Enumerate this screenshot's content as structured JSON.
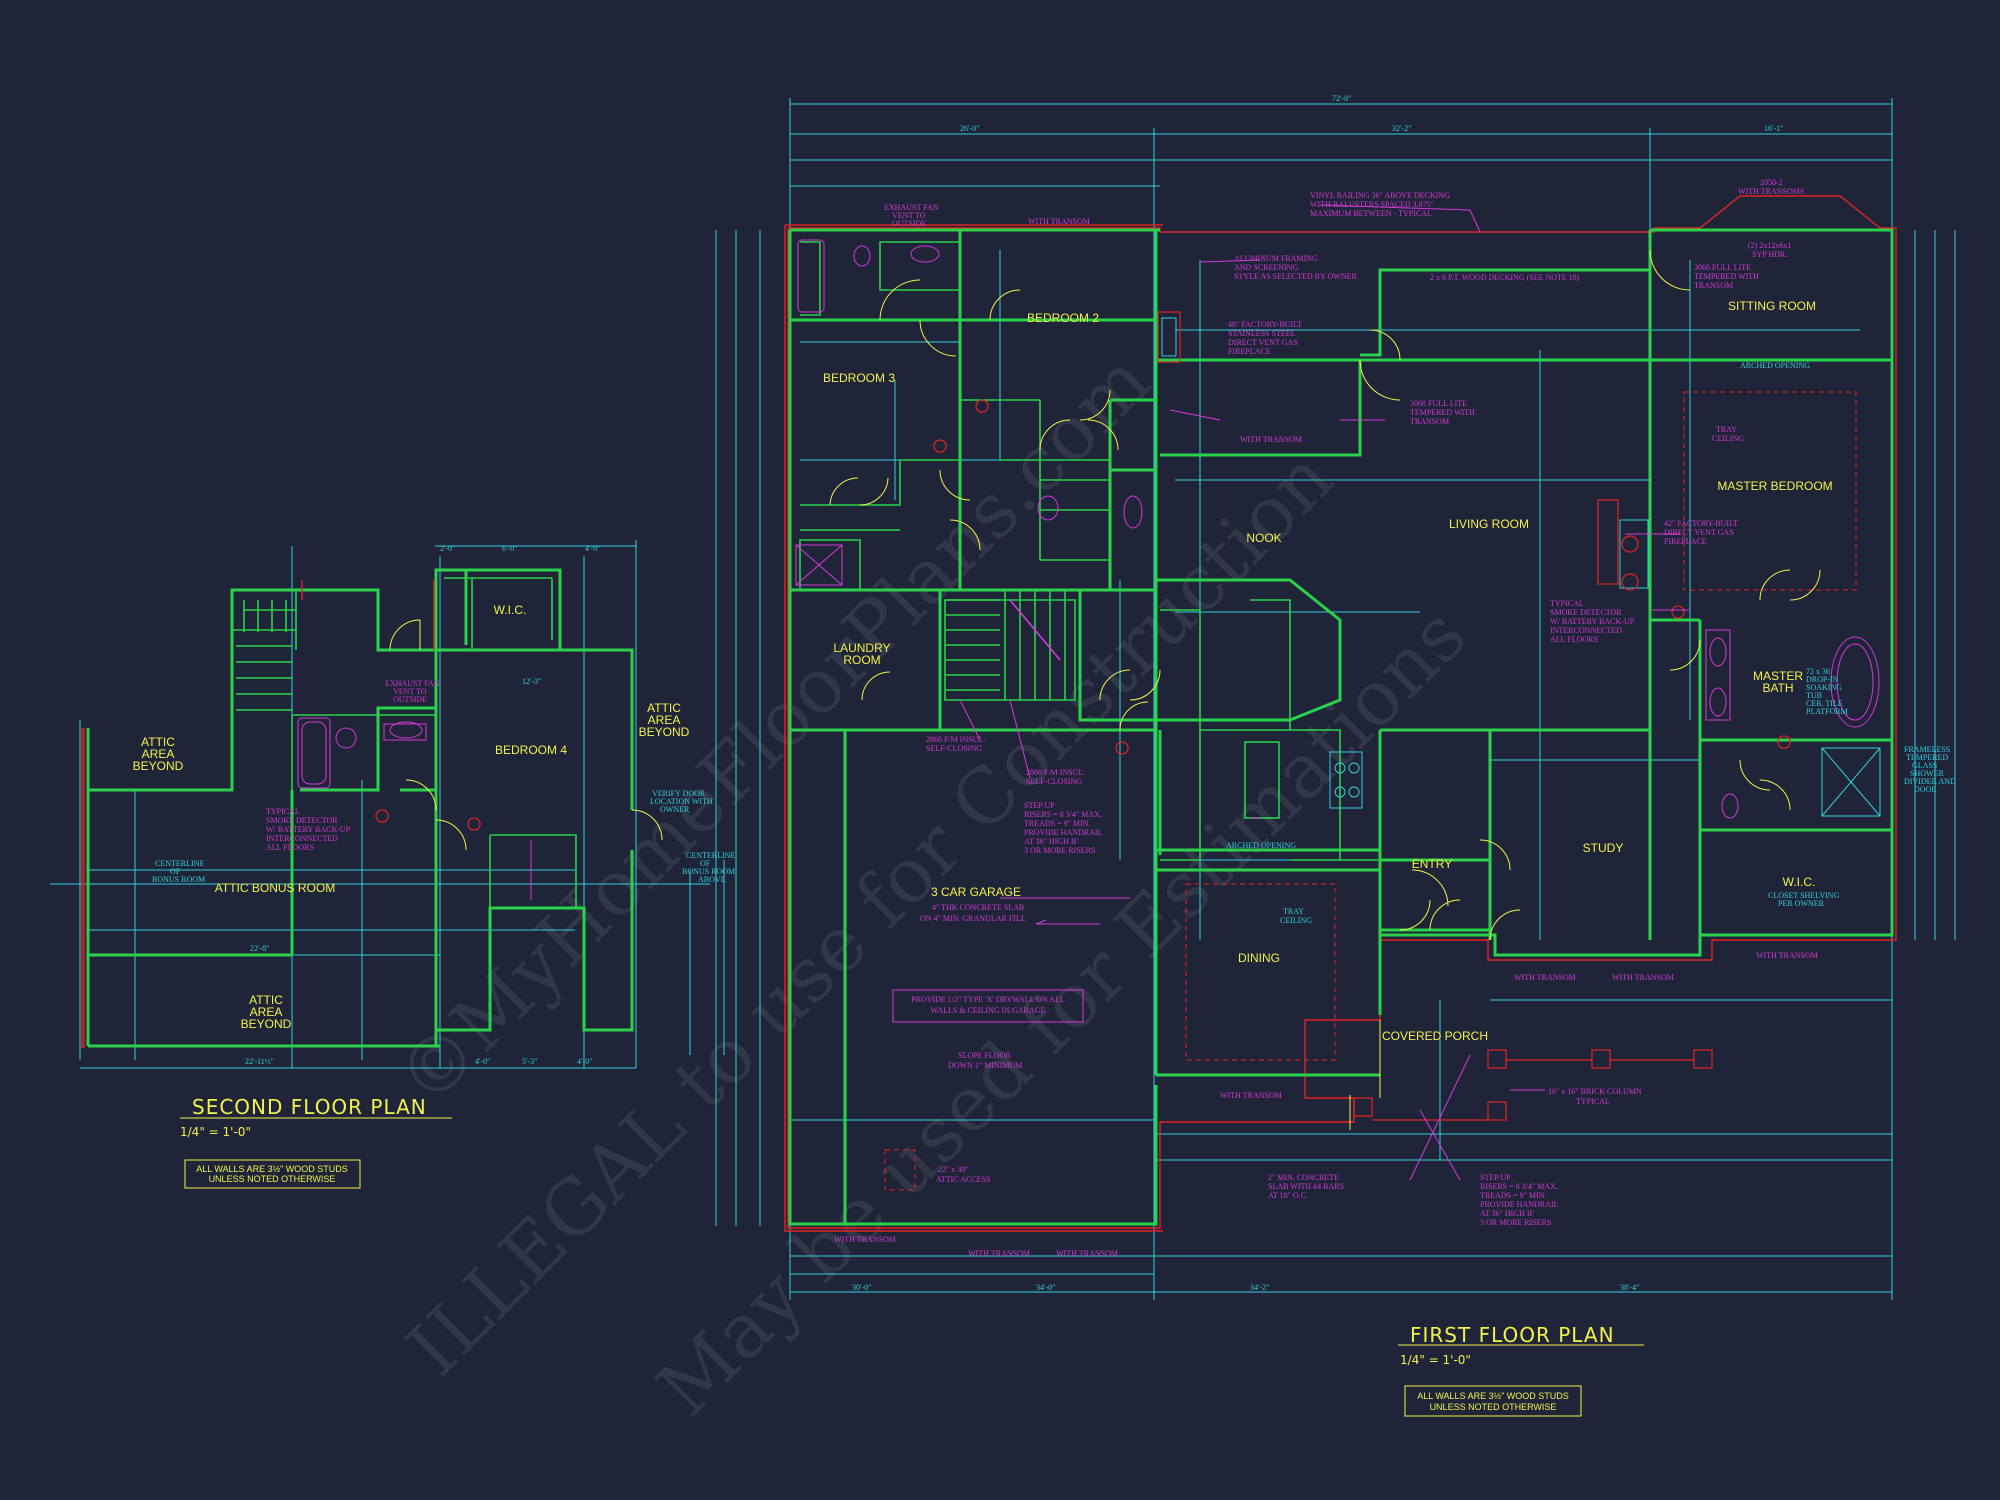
{
  "watermark": {
    "line1": "©MyHomeFloorPlans.com",
    "line2": "ILLEGAL to use for Construction",
    "line3": "May be used for Estimations"
  },
  "second_floor": {
    "title": "SECOND FLOOR PLAN",
    "scale": "1/4\" = 1'-0\"",
    "note_line1": "ALL WALLS ARE 3½\" WOOD STUDS",
    "note_line2": "UNLESS NOTED OTHERWISE",
    "rooms": {
      "attic_left": [
        "ATTIC",
        "AREA",
        "BEYOND"
      ],
      "attic_bottom": [
        "ATTIC",
        "AREA",
        "BEYOND"
      ],
      "attic_right": [
        "ATTIC",
        "AREA",
        "BEYOND"
      ],
      "wic": "W.I.C.",
      "bedroom4": "BEDROOM 4",
      "bonus": "ATTIC BONUS ROOM"
    },
    "notes": {
      "smoke": [
        "TYPICAL",
        "SMOKE DETECTOR",
        "W/ BATTERY BACK-UP",
        "INTERCONNECTED",
        "ALL FLOORS"
      ],
      "exhaust": [
        "EXHAUST FAN",
        "VENT TO",
        "OUTSIDE"
      ],
      "centerline": [
        "CENTERLINE",
        "OF",
        "BONUS ROOM"
      ],
      "centerline_above": [
        "CENTERLINE",
        "OF",
        "BONUS ROOM",
        "ABOVE"
      ],
      "verify": [
        "VERIFY DOOR",
        "LOCATION WITH",
        "OWNER"
      ]
    }
  },
  "first_floor": {
    "title": "FIRST FLOOR PLAN",
    "scale": "1/4\" = 1'-0\"",
    "note_line1": "ALL WALLS ARE 3½\" WOOD STUDS",
    "note_line2": "UNLESS NOTED OTHERWISE",
    "rooms": {
      "bedroom2": "BEDROOM 2",
      "bedroom3": "BEDROOM 3",
      "laundry": [
        "LAUNDRY",
        "ROOM"
      ],
      "nook": "NOOK",
      "living": "LIVING ROOM",
      "sitting": "SITTING ROOM",
      "master_bedroom": "MASTER BEDROOM",
      "master_bath": [
        "MASTER",
        "BATH"
      ],
      "garage": "3 CAR GARAGE",
      "entry": "ENTRY",
      "study": "STUDY",
      "dining": "DINING",
      "covered_porch": "COVERED PORCH",
      "wic": "W.I.C."
    },
    "notes": {
      "railing": [
        "VINYL RAILING 36\" ABOVE DECKING",
        "WITH BALUSTERS SPACED 3.875\"",
        "MAXIMUM BETWEEN - TYPICAL"
      ],
      "aluminum": [
        "ALUMINUM FRAMING",
        "AND SCREENING",
        "STYLE AS SELECTED BY OWNER"
      ],
      "decking": "2 x 6 P.T. WOOD DECKING (SEE NOTE 18)",
      "fireplace1": [
        "48\" FACTORY-BUILT",
        "STAINLESS STEEL",
        "DIRECT VENT GAS",
        "FIREPLACE"
      ],
      "door_transom": [
        "3068 FULL LITE",
        "TEMPERED WITH",
        "TRANSOM"
      ],
      "fireplace2": [
        "42\" FACTORY-BUILT",
        "DIRECT VENT GAS",
        "FIREPLACE"
      ],
      "smoke": [
        "TYPICAL",
        "SMOKE DETECTOR",
        "W/ BATTERY BACK-UP",
        "INTERCONNECTED",
        "ALL FLOORS"
      ],
      "tray": [
        "TRAY",
        "CEILING"
      ],
      "garage_slab": [
        "4\" THK CONCRETE SLAB",
        "ON 4\" MIN. GRANULAR FILL"
      ],
      "drywall": [
        "PROVIDE 1/2\" TYPE 'X' DRYWALL ON ALL",
        "WALLS & CEILING IN GARAGE"
      ],
      "slope": [
        "SLOPE FLOOR",
        "DOWN 1\" MINIMUM"
      ],
      "attic_access": [
        "22\" x 30\"",
        "ATTIC ACCESS"
      ],
      "stair_garage": [
        "STEP UP",
        "RISERS = 8 3/4\" MAX.",
        "TREADS = 9\" MIN.",
        "PROVIDE HANDRAIL",
        "AT 36\" HIGH IF",
        "3 OR MORE RISERS"
      ],
      "stair_porch": [
        "STEP UP",
        "RISERS = 8 3/4\" MAX.",
        "TREADS = 9\" MIN.",
        "PROVIDE HANDRAIL",
        "AT 36\" HIGH IF",
        "3 OR MORE RISERS"
      ],
      "slab": [
        "2\" MIN. CONCRETE",
        "SLAB WITH #4 BARS",
        "AT 18\" O.C."
      ],
      "column": [
        "16\" x 16\" BRICK COLUMN",
        "TYPICAL"
      ],
      "door_insul": [
        "2868 F/M INSUL.",
        "SELF-CLOSING"
      ],
      "shower": [
        "FRAMELESS",
        "TEMPERED",
        "GLASS",
        "SHOWER",
        "DIVIDER AND",
        "DOOR"
      ],
      "tub": [
        "72 x 36",
        "DROP-IN",
        "SOAKING",
        "TUB",
        "CER. TILE",
        "PLATFORM"
      ],
      "closet": [
        "CLOSET SHELVING",
        "PER OWNER"
      ],
      "arched": "ARCHED OPENING",
      "exhaust": [
        "EXHAUST FAN",
        "VENT TO",
        "OUTSIDE"
      ],
      "sitting_window": [
        "2050-2",
        "WITH TRANSOMS"
      ],
      "sitting_size": [
        "(2) 2x12x6x1",
        "SYP HDR."
      ],
      "transom": "WITH TRANSOM"
    },
    "dims": {
      "overall_top": "72'-8\"",
      "seg_a": "26'-0\"",
      "seg_b": "32'-2\"",
      "seg_c": "16'-1\"",
      "bottom_a": "30'-0\"",
      "bottom_b": "34'-0\"",
      "bottom_c": "34'-2\"",
      "bottom_d": "38'-4\""
    }
  },
  "colors": {
    "background": "#1f2438",
    "walls": "#2ad14a",
    "exterior": "#e02424",
    "dimensions": "#32d0dc",
    "notes": "#d43ad4",
    "labels": "#f2f24a"
  }
}
